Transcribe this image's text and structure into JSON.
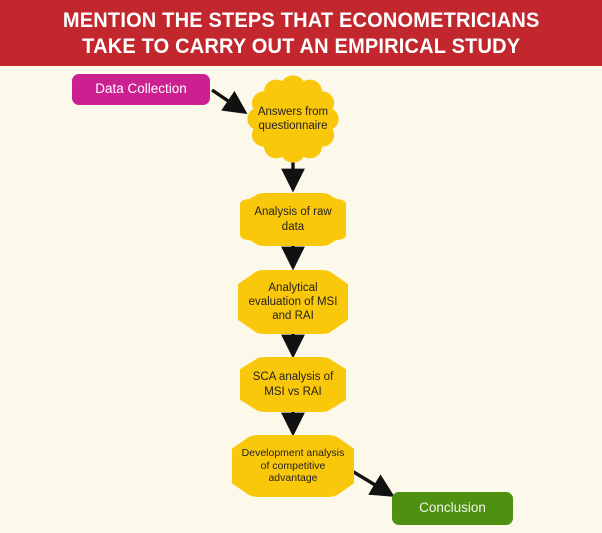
{
  "header": {
    "title": "MENTION THE STEPS THAT ECONOMETRICIANS\nTAKE TO CARRY OUT AN EMPIRICAL STUDY",
    "background_color": "#c1272d",
    "text_color": "#ffffff"
  },
  "canvas": {
    "background_color": "#fdf9ea"
  },
  "palette": {
    "pink": "#cc2090",
    "yellow": "#f9c80a",
    "green": "#4e9110",
    "arrow": "#111111",
    "node_text": "#231f20"
  },
  "flowchart": {
    "nodes": [
      {
        "id": "data-collection",
        "label": "Data Collection",
        "shape": "rounded-rect",
        "color": "#cc2090",
        "text_color": "#ffffff"
      },
      {
        "id": "answers",
        "label": "Answers from\nquestionnaire",
        "shape": "scalloped-burst",
        "color": "#f9c80a",
        "text_color": "#231f20"
      },
      {
        "id": "analysis-raw",
        "label": "Analysis of raw\ndata",
        "shape": "hexagon",
        "color": "#f9c80a",
        "text_color": "#231f20"
      },
      {
        "id": "analytical-eval",
        "label": "Analytical\nevaluation of MSI\nand RAI",
        "shape": "hexagon",
        "color": "#f9c80a",
        "text_color": "#231f20"
      },
      {
        "id": "sca-analysis",
        "label": "SCA analysis of\nMSI vs RAI",
        "shape": "hexagon",
        "color": "#f9c80a",
        "text_color": "#231f20"
      },
      {
        "id": "development",
        "label": "Development analysis\nof competitive\nadvantage",
        "shape": "hexagon",
        "color": "#f9c80a",
        "text_color": "#231f20"
      },
      {
        "id": "conclusion",
        "label": "Conclusion",
        "shape": "rounded-rect",
        "color": "#4e9110",
        "text_color": "#f2f7ec"
      }
    ],
    "edges": [
      {
        "from": "data-collection",
        "to": "answers",
        "style": "diagonal-arrow"
      },
      {
        "from": "answers",
        "to": "analysis-raw",
        "style": "vertical-arrow"
      },
      {
        "from": "analysis-raw",
        "to": "analytical-eval",
        "style": "vertical-arrow"
      },
      {
        "from": "analytical-eval",
        "to": "sca-analysis",
        "style": "vertical-arrow"
      },
      {
        "from": "sca-analysis",
        "to": "development",
        "style": "vertical-arrow"
      },
      {
        "from": "development",
        "to": "conclusion",
        "style": "diagonal-arrow"
      }
    ]
  }
}
